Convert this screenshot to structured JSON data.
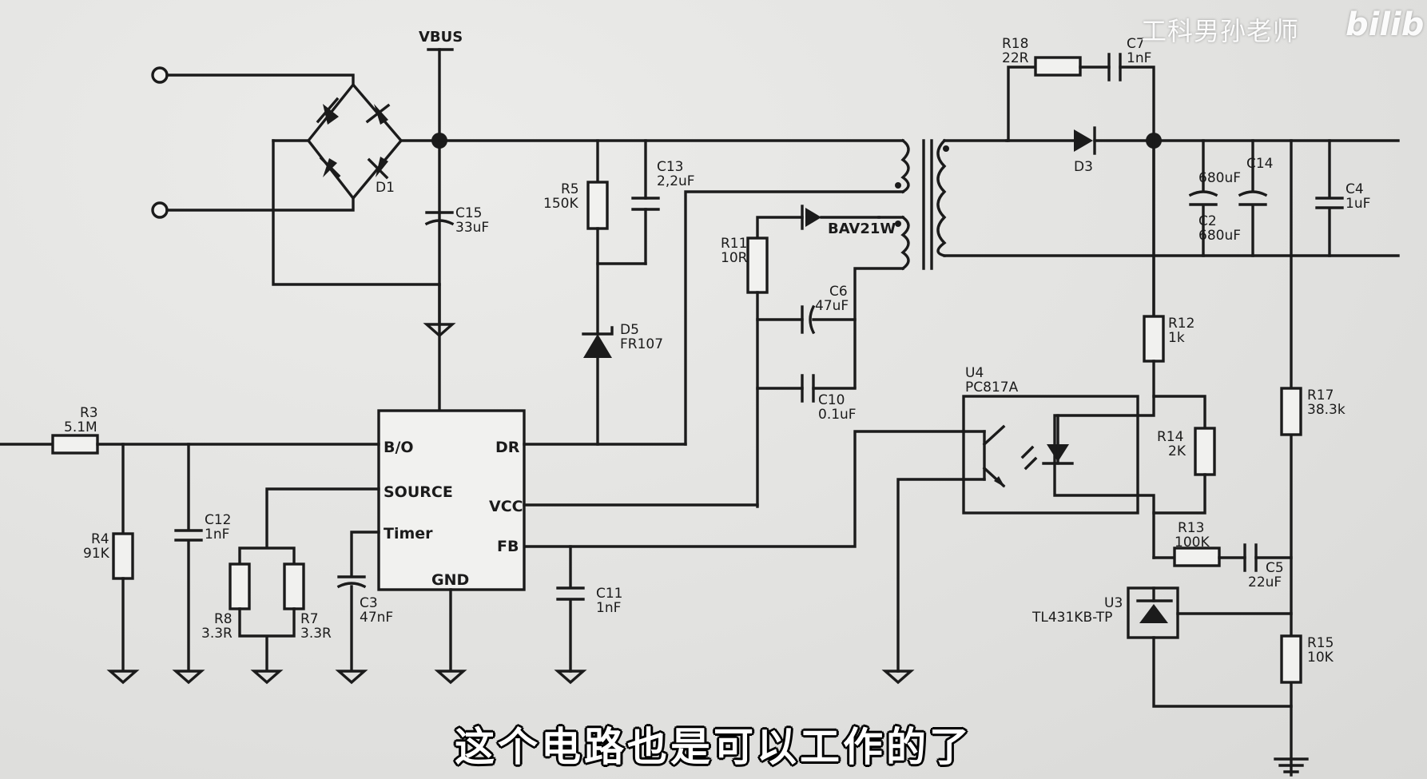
{
  "watermark": {
    "channel": "工科男孙老师",
    "logo": "bilib"
  },
  "subtitle": "这个电路也是可以工作的了",
  "labels": {
    "vbus": "VBUS",
    "d1": "D1",
    "c15": {
      "ref": "C15",
      "val": "33uF"
    },
    "r5": {
      "ref": "R5",
      "val": "150K"
    },
    "c13": {
      "ref": "C13",
      "val": "2,2uF"
    },
    "d5": {
      "ref": "D5",
      "val": "FR107"
    },
    "r11": {
      "ref": "R11",
      "val": "10R"
    },
    "bav": "BAV21W",
    "c6": {
      "ref": "C6",
      "val": "47uF"
    },
    "c10": {
      "ref": "C10",
      "val": "0.1uF"
    },
    "r18": {
      "ref": "R18",
      "val": "22R"
    },
    "c7": {
      "ref": "C7",
      "val": "1nF"
    },
    "d3": "D3",
    "c14": {
      "ref": "C14",
      "val": "680uF"
    },
    "c2": {
      "ref": "C2",
      "val": "680uF"
    },
    "c4": {
      "ref": "C4",
      "val": "1uF"
    },
    "r12": {
      "ref": "R12",
      "val": "1k"
    },
    "r17": {
      "ref": "R17",
      "val": "38.3k"
    },
    "u4": {
      "ref": "U4",
      "val": "PC817A"
    },
    "r14": {
      "ref": "R14",
      "val": "2K"
    },
    "r13": {
      "ref": "R13",
      "val": "100K"
    },
    "c5": {
      "ref": "C5",
      "val": "22uF"
    },
    "u3": {
      "ref": "U3",
      "val": "TL431KB-TP"
    },
    "r15": {
      "ref": "R15",
      "val": "10K"
    },
    "r3": {
      "ref": "R3",
      "val": "5.1M"
    },
    "r4": {
      "ref": "R4",
      "val": "91K"
    },
    "c12": {
      "ref": "C12",
      "val": "1nF"
    },
    "r8": {
      "ref": "R8",
      "val": "3.3R"
    },
    "r7": {
      "ref": "R7",
      "val": "3.3R"
    },
    "c3": {
      "ref": "C3",
      "val": "47nF"
    },
    "c11": {
      "ref": "C11",
      "val": "1nF"
    },
    "ic": {
      "bo": "B/O",
      "source": "SOURCE",
      "timer": "Timer",
      "gnd": "GND",
      "dr": "DR",
      "vcc": "VCC",
      "fb": "FB"
    }
  }
}
